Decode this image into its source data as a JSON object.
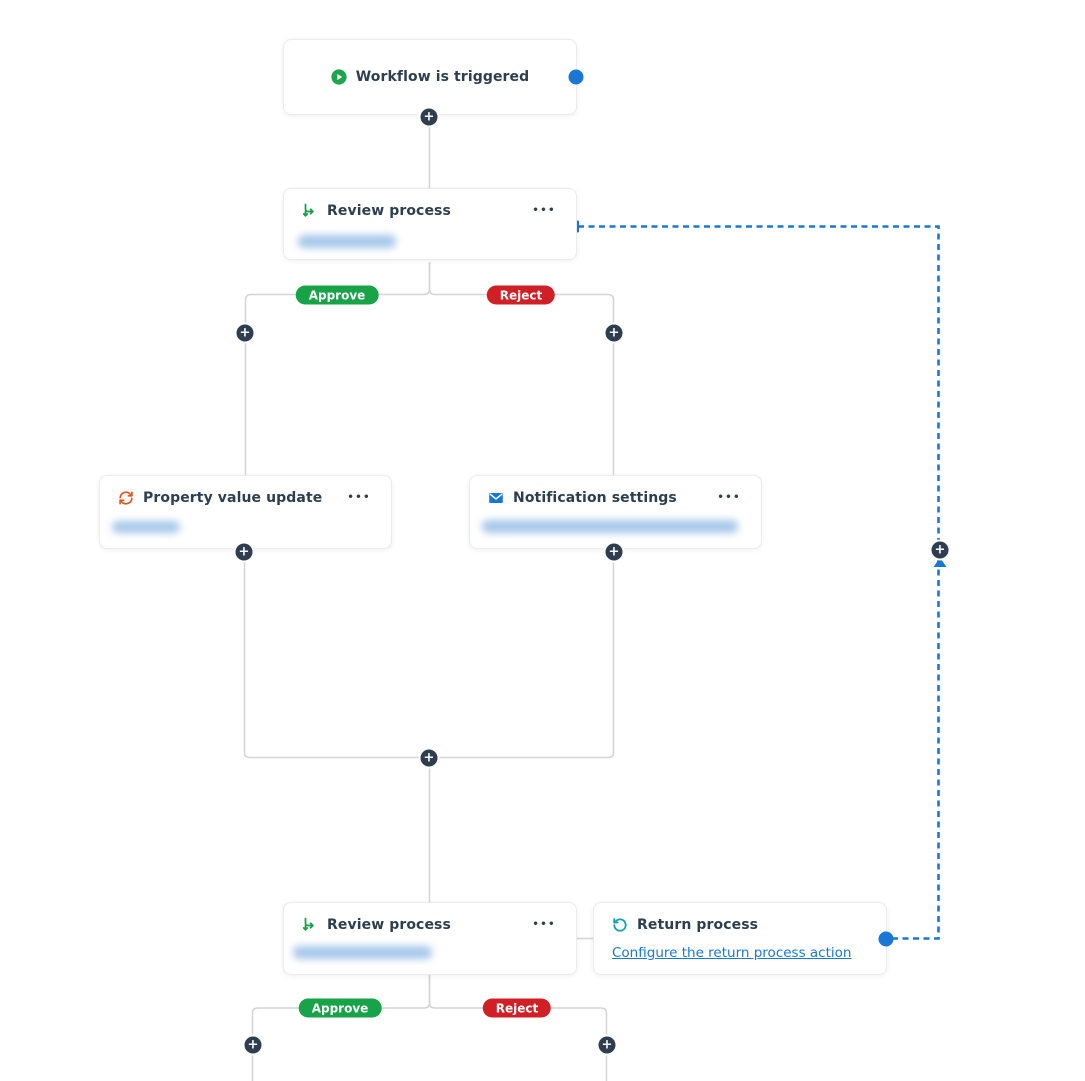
{
  "flow": {
    "plus_symbol": "+",
    "more_menu": "•••",
    "branch": {
      "approve_label": "Approve",
      "reject_label": "Reject"
    },
    "nodes": {
      "trigger": {
        "title": "Workflow is triggered",
        "icon": "play-circle-icon"
      },
      "review_top": {
        "title": "Review process",
        "icon": "branch-split-icon",
        "action_link_redacted": true
      },
      "property_update": {
        "title": "Property value update",
        "icon": "sync-icon",
        "action_link_redacted": true
      },
      "notification": {
        "title": "Notification settings",
        "icon": "envelope-icon",
        "action_link_redacted": true
      },
      "review_bottom": {
        "title": "Review process",
        "icon": "branch-split-icon",
        "action_link_redacted": true
      },
      "return_process": {
        "title": "Return process",
        "icon": "rotate-ccw-icon",
        "link_label": "Configure the return process action"
      }
    },
    "colors": {
      "accent_blue": "#1878d4",
      "approve_green": "#18a348",
      "reject_red": "#d11f26",
      "node_title_text": "#2c3e50",
      "plus_button_dark": "#2e3d4f",
      "connector_gray": "#d4d4d4",
      "icon_green": "#18a048",
      "icon_orange": "#e2571f",
      "icon_teal": "#12a0b0"
    }
  }
}
